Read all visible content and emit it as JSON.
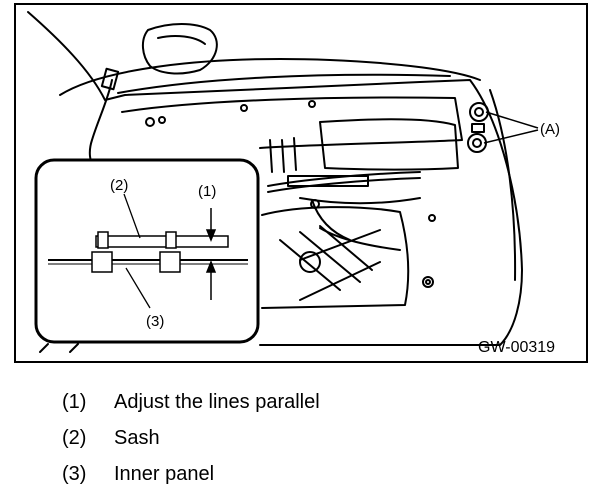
{
  "figure": {
    "code": "GW-00319",
    "callout_a": "(A)",
    "detail": {
      "label_1": "(1)",
      "label_2": "(2)",
      "label_3": "(3)"
    }
  },
  "legend": [
    {
      "num": "(1)",
      "text": "Adjust the lines parallel"
    },
    {
      "num": "(2)",
      "text": "Sash"
    },
    {
      "num": "(3)",
      "text": "Inner panel"
    }
  ]
}
